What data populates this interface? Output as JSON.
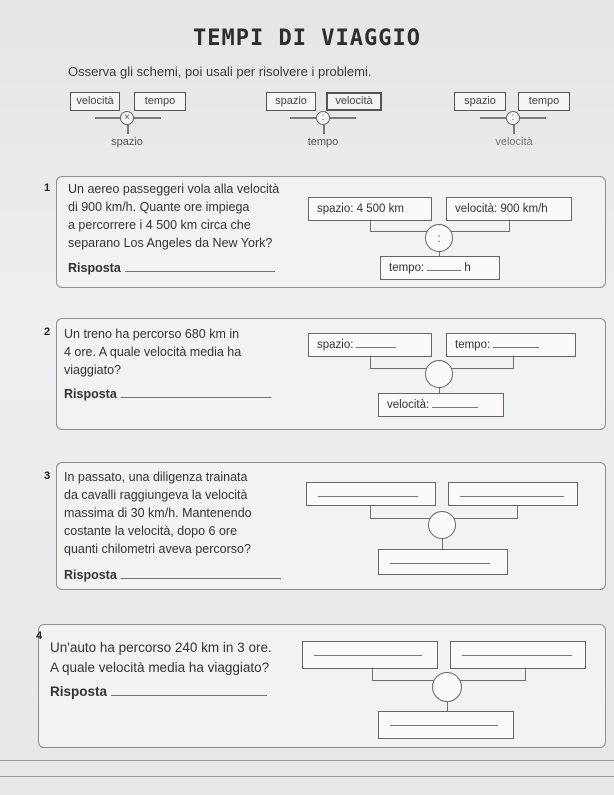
{
  "title": "TEMPI DI VIAGGIO",
  "intro": "Osserva gli schemi, poi usali per risolvere i problemi.",
  "schemas": [
    {
      "a": "velocità",
      "b": "tempo",
      "op": "×",
      "result": "spazio"
    },
    {
      "a": "spazio",
      "b": "velocità",
      "op": ":",
      "result": "tempo"
    },
    {
      "a": "spazio",
      "b": "tempo",
      "op": ":",
      "result": "velocità"
    }
  ],
  "problems": [
    {
      "number": "1",
      "text": [
        "Un aereo passeggeri vola alla velocità",
        "di 900 km/h. Quante ore impiega",
        "a percorrere i 4 500 km circa che",
        "separano Los Angeles da New York?"
      ],
      "answer_label": "Risposta",
      "box1": "spazio: 4 500 km",
      "box2": "velocità: 900 km/h",
      "op": ":",
      "result_label": "tempo:",
      "result_unit": "h"
    },
    {
      "number": "2",
      "text": [
        "Un treno ha percorso 680 km in",
        "4 ore. A quale velocità media ha",
        "viaggiato?"
      ],
      "answer_label": "Risposta",
      "box1": "spazio:",
      "box2": "tempo:",
      "result_label": "velocità:"
    },
    {
      "number": "3",
      "text": [
        "In passato, una diligenza trainata",
        "da cavalli raggiungeva la velocità",
        "massima di 30 km/h. Mantenendo",
        "costante la velocità, dopo 6 ore",
        "quanti chilometri aveva percorso?"
      ],
      "answer_label": "Risposta"
    },
    {
      "number": "4",
      "text": [
        "Un'auto ha percorso 240 km in 3 ore.",
        "A quale velocità media ha viaggiato?"
      ],
      "answer_label": "Risposta"
    }
  ]
}
